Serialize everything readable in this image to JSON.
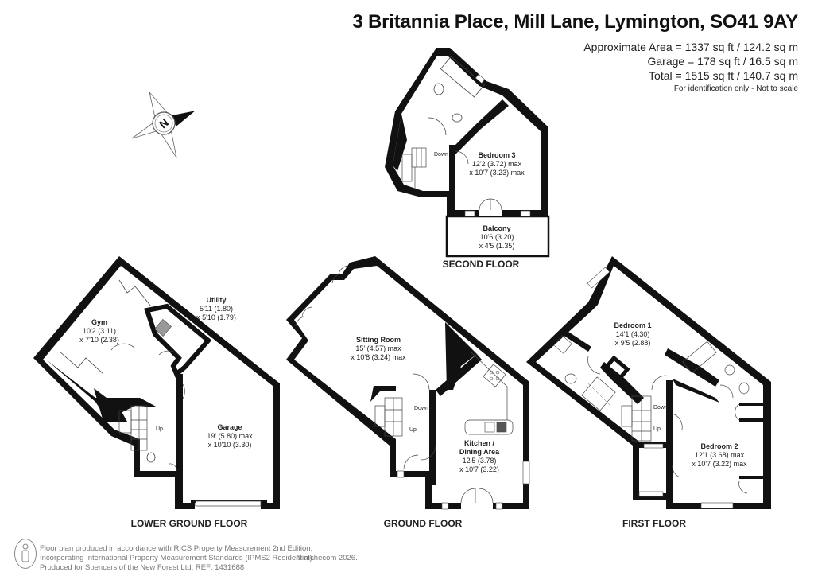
{
  "header": {
    "title": "3 Britannia Place, Mill Lane, Lymington, SO41 9AY",
    "areas": [
      "Approximate Area = 1337 sq ft / 124.2 sq m",
      "Garage = 178 sq ft / 16.5 sq m",
      "Total = 1515 sq ft / 140.7 sq m"
    ],
    "disclaimer": "For identification only - Not to scale"
  },
  "compass": {
    "icon": "compass-north-icon",
    "letter": "N"
  },
  "floors": {
    "second": {
      "name": "SECOND FLOOR",
      "rooms": [
        {
          "name": "Bedroom 3",
          "dim1": "12'2 (3.72) max",
          "dim2": "x 10'7 (3.23) max"
        },
        {
          "name": "Balcony",
          "dim1": "10'6 (3.20)",
          "dim2": "x 4'5 (1.35)"
        }
      ],
      "stairs_label": "Down"
    },
    "lower_ground": {
      "name": "LOWER GROUND FLOOR",
      "rooms": [
        {
          "name": "Gym",
          "dim1": "10'2 (3.11)",
          "dim2": "x 7'10 (2.38)"
        },
        {
          "name": "Utility",
          "dim1": "5'11 (1.80)",
          "dim2": "x 5'10 (1.79)"
        },
        {
          "name": "Garage",
          "dim1": "19' (5.80) max",
          "dim2": "x 10'10 (3.30)"
        }
      ],
      "stairs_label": "Up"
    },
    "ground": {
      "name": "GROUND FLOOR",
      "rooms": [
        {
          "name": "Sitting Room",
          "dim1": "15' (4.57) max",
          "dim2": "x 10'8 (3.24) max"
        },
        {
          "name": "Kitchen /",
          "name2": "Dining Area",
          "dim1": "12'5 (3.78)",
          "dim2": "x 10'7 (3.22)"
        }
      ],
      "stairs_down": "Down",
      "stairs_up": "Up"
    },
    "first": {
      "name": "FIRST FLOOR",
      "rooms": [
        {
          "name": "Bedroom 1",
          "dim1": "14'1 (4.30)",
          "dim2": "x 9'5 (2.88)"
        },
        {
          "name": "Bedroom 2",
          "dim1": "12'1 (3.68) max",
          "dim2": "x 10'7 (3.22) max"
        }
      ],
      "stairs_down": "Down",
      "stairs_up": "Up"
    }
  },
  "footer": {
    "lines": [
      "Floor plan produced in accordance with RICS Property Measurement 2nd Edition,",
      "Incorporating International Property Measurement Standards (IPMS2 Residential).",
      "Produced for Spencers of the New Forest Ltd.   REF:  1431688"
    ],
    "copyright": "© nichecom 2026.",
    "icon": "person-icon"
  }
}
